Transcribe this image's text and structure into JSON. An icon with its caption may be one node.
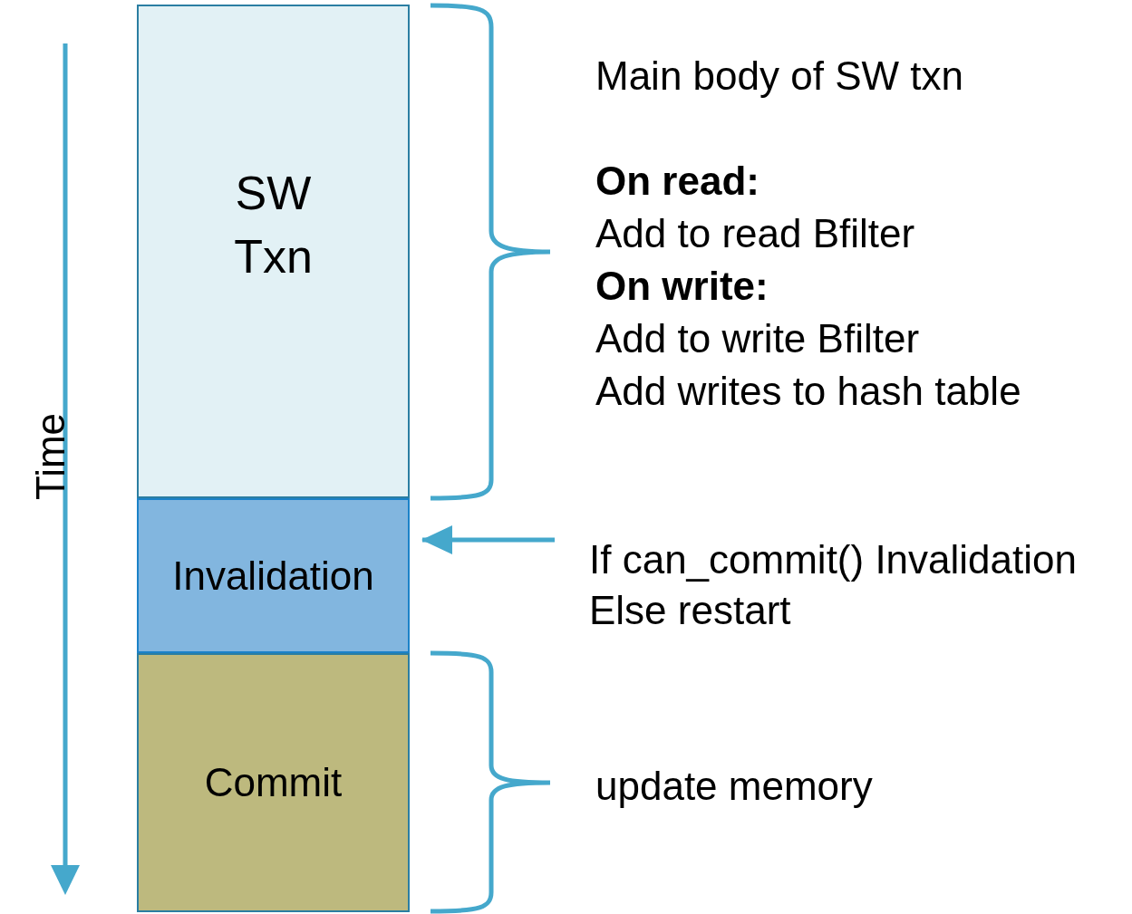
{
  "diagram": {
    "nodes": [
      {
        "text": [
          "SW Txn"
        ]
      },
      {
        "text": [
          "Invalidation"
        ]
      },
      {
        "text": [
          "Commit"
        ]
      },
      {
        "text": [
          "If can_commit() Invalidation",
          "Else restart"
        ]
      }
    ],
    "edges": [
      {
        "from": 3,
        "to": 1,
        "arrow": "to"
      }
    ],
    "labels": [
      "Time",
      "Main body of SW txn",
      "On read:",
      "Add to read Bfilter",
      "On write:",
      "Add to write Bfilter",
      "Add writes to hash table",
      "update memory"
    ]
  }
}
